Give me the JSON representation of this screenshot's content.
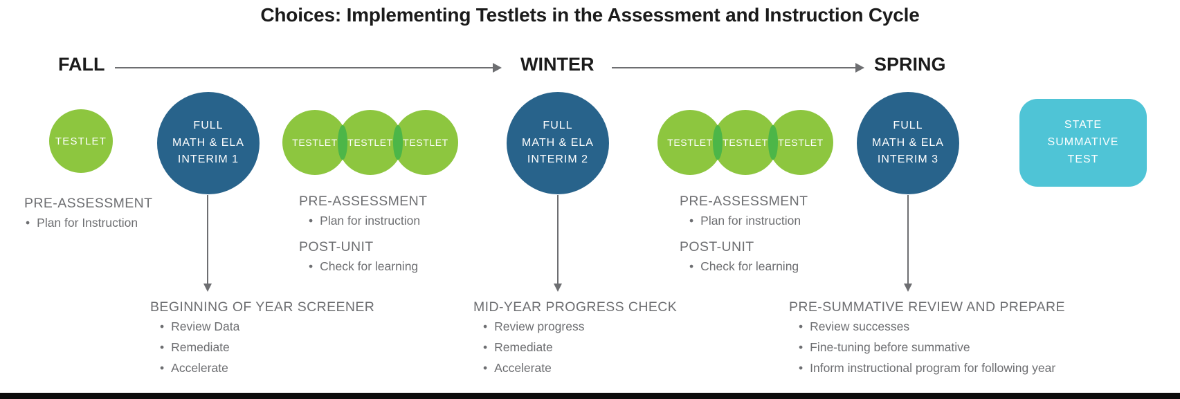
{
  "title": "Choices: Implementing Testlets in the Assessment and Instruction Cycle",
  "timeline": {
    "fall_label": "FALL",
    "winter_label": "WINTER",
    "spring_label": "SPRING"
  },
  "fall": {
    "single_testlet_label": "TESTLET",
    "single_notes": {
      "heading": "PRE-ASSESSMENT",
      "bullets": [
        "Plan for Instruction"
      ]
    },
    "interim_circle": {
      "line1": "FULL",
      "line2": "MATH & ELA",
      "line3": "INTERIM 1"
    },
    "interim_callout": {
      "heading": "BEGINNING OF YEAR SCREENER",
      "bullets": [
        "Review Data",
        "Remediate",
        "Accelerate"
      ]
    },
    "testlet_group_labels": [
      "TESTLET",
      "TESTLET",
      "TESTLET"
    ],
    "group_notes": [
      {
        "heading": "PRE-ASSESSMENT",
        "bullets": [
          "Plan for instruction"
        ]
      },
      {
        "heading": "POST-UNIT",
        "bullets": [
          "Check for learning"
        ]
      }
    ]
  },
  "winter": {
    "interim_circle": {
      "line1": "FULL",
      "line2": "MATH & ELA",
      "line3": "INTERIM 2"
    },
    "interim_callout": {
      "heading": "MID-YEAR PROGRESS CHECK",
      "bullets": [
        "Review progress",
        "Remediate",
        "Accelerate"
      ]
    },
    "testlet_group_labels": [
      "TESTLET",
      "TESTLET",
      "TESTLET"
    ],
    "group_notes": [
      {
        "heading": "PRE-ASSESSMENT",
        "bullets": [
          "Plan for instruction"
        ]
      },
      {
        "heading": "POST-UNIT",
        "bullets": [
          "Check for learning"
        ]
      }
    ]
  },
  "spring": {
    "interim_circle": {
      "line1": "FULL",
      "line2": "MATH & ELA",
      "line3": "INTERIM 3"
    },
    "interim_callout": {
      "heading": "PRE-SUMMATIVE REVIEW AND PREPARE",
      "bullets": [
        "Review successes",
        "Fine-tuning before summative",
        "Inform instructional program for following year"
      ]
    },
    "state_summative": {
      "line1": "STATE",
      "line2": "SUMMATIVE",
      "line3": "TEST"
    }
  },
  "colors": {
    "testlet_green": "#8DC63F",
    "testlet_overlap_green": "#4CB648",
    "interim_blue": "#28638B",
    "summative_teal": "#4FC4D6",
    "text_gray": "#6D6E71",
    "arrow_gray": "#6D6E71",
    "title_black": "#1B1B1B"
  }
}
